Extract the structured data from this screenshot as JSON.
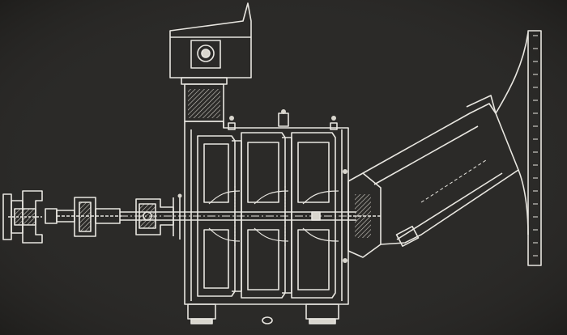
{
  "diagram": {
    "kind": "engineering-cross-section",
    "style": "white-line drawing on dark background",
    "colors": {
      "background": "#2b2a28",
      "vignette": "#1e1d1b",
      "line": "#e8e6e0",
      "hatch": "#cfccc4",
      "fill_light": "#d9d6ce"
    },
    "components": [
      "coupling",
      "shaft",
      "bearing-housing",
      "inlet-chamber",
      "casing-stage",
      "impeller",
      "discharge-pipe",
      "flange",
      "base-foot"
    ],
    "stage_count": 3,
    "labels": []
  }
}
